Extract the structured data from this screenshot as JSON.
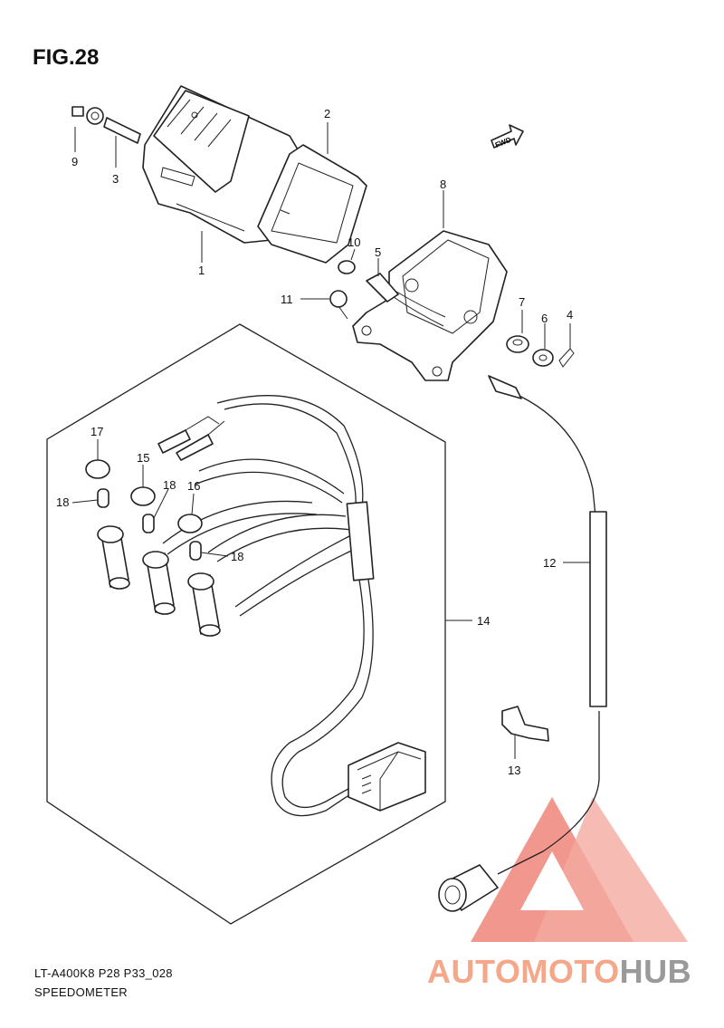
{
  "figure_title": "FIG.28",
  "model_code": "LT-A400K8 P28 P33_028",
  "diagram_title": "SPEEDOMETER",
  "direction_arrow": "FWD",
  "watermark": {
    "part1": "AUTOMOTO",
    "part2": "HUB",
    "color1": "#f5a78a",
    "color2": "#9a9a9a"
  },
  "parts": [
    {
      "number": "1"
    },
    {
      "number": "2"
    },
    {
      "number": "3"
    },
    {
      "number": "4"
    },
    {
      "number": "5"
    },
    {
      "number": "6"
    },
    {
      "number": "7"
    },
    {
      "number": "8"
    },
    {
      "number": "9"
    },
    {
      "number": "10"
    },
    {
      "number": "11"
    },
    {
      "number": "12"
    },
    {
      "number": "13"
    },
    {
      "number": "14"
    },
    {
      "number": "15"
    },
    {
      "number": "16"
    },
    {
      "number": "17"
    },
    {
      "number": "18"
    },
    {
      "number": "18"
    },
    {
      "number": "18"
    }
  ]
}
